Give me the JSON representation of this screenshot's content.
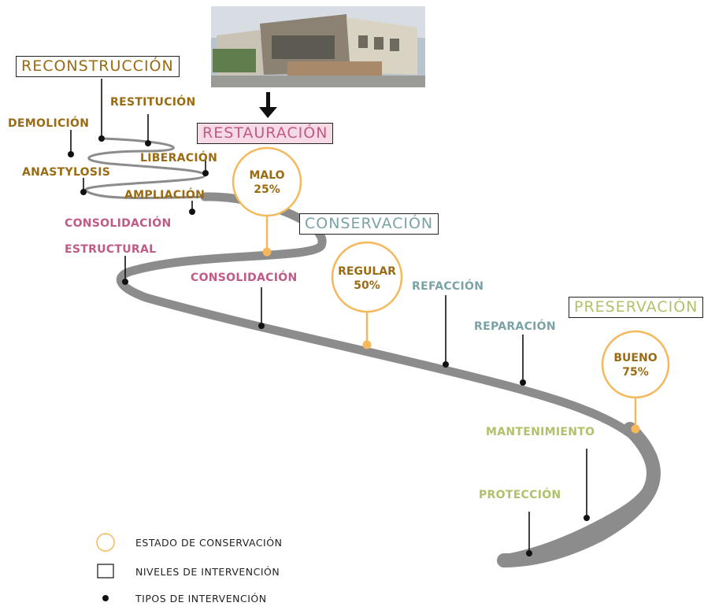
{
  "levels": {
    "reconstruccion": "RECONSTRUCCIÓN",
    "restauracion": "RESTAURACIÓN",
    "conservacion": "CONSERVACIÓN",
    "preservacion": "PRESERVACIÓN"
  },
  "types": {
    "restitucion": "RESTITUCIÓN",
    "demolicion": "DEMOLICIÓN",
    "liberacion": "LIBERACIÓN",
    "anastylosis": "ANASTYLOSIS",
    "ampliacion": "AMPLIACIÓN",
    "consolidacion_1": "CONSOLIDACIÓN",
    "estructural": "ESTRUCTURAL",
    "consolidacion_2": "CONSOLIDACIÓN",
    "refaccion": "REFACCIÓN",
    "reparacion": "REPARACIÓN",
    "mantenimiento": "MANTENIMIENTO",
    "proteccion": "PROTECCIÓN"
  },
  "states": {
    "malo": {
      "label": "MALO",
      "pct": "25%"
    },
    "regular": {
      "label": "REGULAR",
      "pct": "50%"
    },
    "bueno": {
      "label": "BUENO",
      "pct": "75%"
    }
  },
  "legend": {
    "estado": "ESTADO DE CONSERVACIÓN",
    "niveles": "NIVELES DE INTERVENCIÓN",
    "tipos": "TIPOS DE INTERVENCIÓN"
  },
  "colors": {
    "road": "#8c8c8c",
    "circle": "#f5b85a",
    "brown": "#9a6b12",
    "pink": "#c05a86",
    "teal": "#7ba3a6",
    "green": "#aec26a",
    "restauracion_box": "#f6dbe6"
  }
}
